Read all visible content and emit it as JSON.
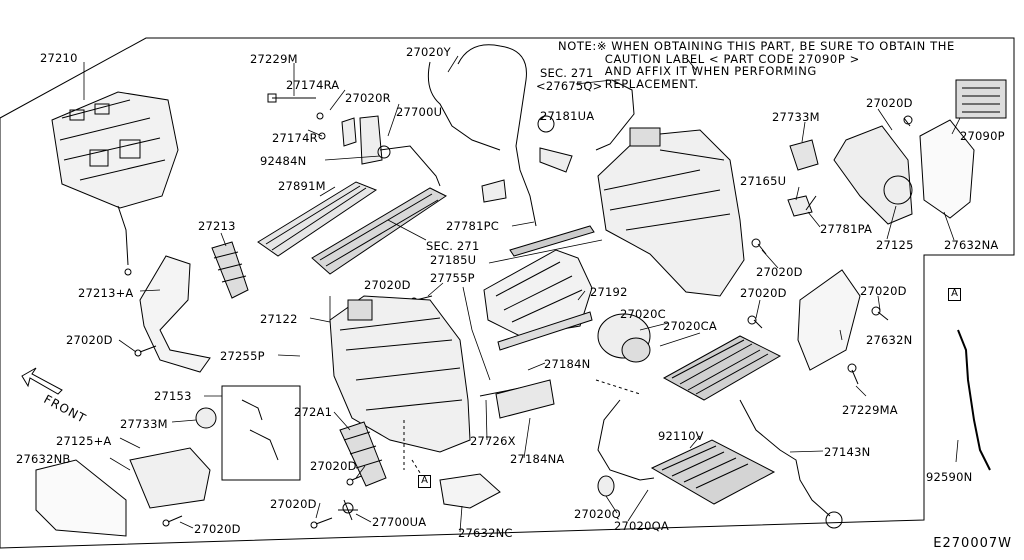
{
  "diagram_code": "E270007W",
  "front_label": "FRONT",
  "ref_marker": "A",
  "note_lines": [
    "NOTE:※ WHEN OBTAINING THIS PART, BE SURE TO OBTAIN THE",
    "           CAUTION LABEL < PART CODE 27090P >",
    "           AND AFFIX IT WHEN PERFORMING",
    "           REPLACEMENT."
  ],
  "labels": {
    "p27210": "27210",
    "p27229M": "27229M",
    "p27174RA": "27174RA",
    "p27020R": "27020R",
    "p27020Y": "27020Y",
    "sec271a": "SEC. 271",
    "sec271a_sub": "<27675Q>",
    "p27700U": "27700U",
    "p27181UA": "27181UA",
    "p27174R": "27174R",
    "p92484N": "92484N",
    "p27891M": "27891M",
    "p27733M_a": "27733M",
    "p27020D_a": "27020D",
    "p27090P": "27090P",
    "p27165U": "27165U",
    "p27781PC": "27781PC",
    "sec271b": "SEC. 271",
    "p27781PA": "27781PA",
    "p27125": "27125",
    "p27632NA": "27632NA",
    "p27213": "27213",
    "p27185U": "27185U",
    "p27020D_b": "27020D",
    "p27213A": "27213+A",
    "p27020D_c": "27020D",
    "p27755P": "27755P",
    "p27192": "27192",
    "p27020D_d": "27020D",
    "p27020D_e": "27020D",
    "p27122": "27122",
    "p27020C": "27020C",
    "p27020CA": "27020CA",
    "p27632N": "27632N",
    "p27020D_f": "27020D",
    "p27255P": "27255P",
    "p27184N": "27184N",
    "p27229MA": "27229MA",
    "p27153": "27153",
    "p272A1": "272A1",
    "p27733M_b": "27733M",
    "p27726X": "27726X",
    "p92110V": "92110V",
    "p27125A": "27125+A",
    "p27143N": "27143N",
    "p27632NB": "27632NB",
    "p27184NA": "27184NA",
    "p27020D_g": "27020D",
    "p92590N": "92590N",
    "p27020D_h": "27020D",
    "p27020D_i": "27020D",
    "p27700UA": "27700UA",
    "p27020Q": "27020Q",
    "p27020QA": "27020QA",
    "p27632NC": "27632NC"
  }
}
